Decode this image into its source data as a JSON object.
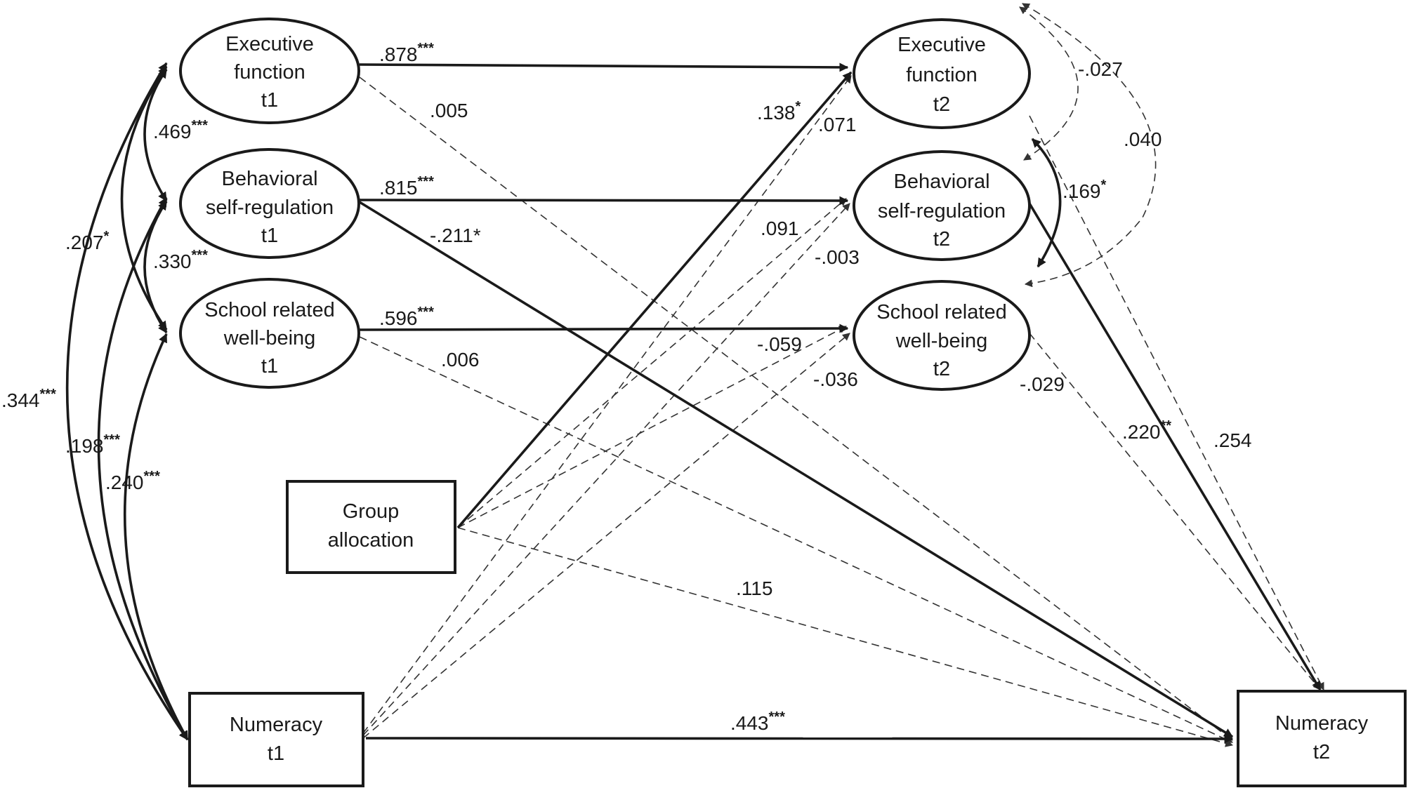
{
  "nodes": {
    "ef_t1": {
      "lines": [
        "Executive",
        "function",
        "t1"
      ]
    },
    "bsr_t1": {
      "lines": [
        "Behavioral",
        "self-regulation",
        "t1"
      ]
    },
    "srwb_t1": {
      "lines": [
        "School related",
        "well-being",
        "t1"
      ]
    },
    "ef_t2": {
      "lines": [
        "Executive",
        "function",
        "t2"
      ]
    },
    "bsr_t2": {
      "lines": [
        "Behavioral",
        "self-regulation",
        "t2"
      ]
    },
    "srwb_t2": {
      "lines": [
        "School related",
        "well-being",
        "t2"
      ]
    },
    "group": {
      "lines": [
        "Group",
        "allocation"
      ]
    },
    "num_t1": {
      "lines": [
        "Numeracy",
        "t1"
      ]
    },
    "num_t2": {
      "lines": [
        "Numeracy",
        "t2"
      ]
    }
  },
  "coefficients": {
    "ef_stability": {
      "value": ".878",
      "stars": "***"
    },
    "bsr_stability": {
      "value": ".815",
      "stars": "***"
    },
    "srwb_stability": {
      "value": ".596",
      "stars": "***"
    },
    "num_stability": {
      "value": ".443",
      "stars": "***"
    },
    "ef_to_num": {
      "value": ".005",
      "stars": ""
    },
    "bsr_to_num": {
      "value": "-.211*",
      "stars": ""
    },
    "srwb_to_num": {
      "value": ".006",
      "stars": ""
    },
    "group_to_ef": {
      "value": ".138",
      "stars": "*"
    },
    "num_to_ef": {
      "value": ".071",
      "stars": ""
    },
    "group_to_bsr": {
      "value": ".091",
      "stars": ""
    },
    "num_to_bsr": {
      "value": "-.003",
      "stars": ""
    },
    "group_to_srwb": {
      "value": "-.059",
      "stars": ""
    },
    "num_to_srwb": {
      "value": "-.036",
      "stars": ""
    },
    "group_to_num": {
      "value": ".115",
      "stars": ""
    },
    "srwb2_to_num": {
      "value": "-.029",
      "stars": ""
    },
    "bsr2_to_num": {
      "value": ".220",
      "stars": "**"
    },
    "ef2_to_num": {
      "value": ".254",
      "stars": ""
    },
    "cov_ef2_bsr2": {
      "value": "-.027",
      "stars": ""
    },
    "cov_ef2_srwb2": {
      "value": ".040",
      "stars": ""
    },
    "cov_bsr2_srwb2": {
      "value": ".169",
      "stars": "*"
    },
    "cov_ef1_bsr1": {
      "value": ".469",
      "stars": "***"
    },
    "cov_bsr1_srwb1": {
      "value": ".330",
      "stars": "***"
    },
    "cov_ef1_srwb1": {
      "value": ".207",
      "stars": "*"
    },
    "cov_ef1_num1": {
      "value": ".344",
      "stars": "***"
    },
    "cov_bsr1_num1": {
      "value": ".198",
      "stars": "***"
    },
    "cov_srwb1_num1": {
      "value": ".240",
      "stars": "***"
    }
  }
}
